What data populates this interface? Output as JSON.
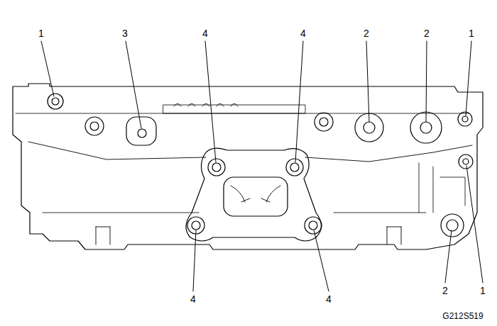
{
  "diagram": {
    "labels": [
      "1",
      "3",
      "4",
      "4",
      "2",
      "2",
      "1",
      "4",
      "4",
      "2",
      "1",
      "G212S519"
    ]
  }
}
